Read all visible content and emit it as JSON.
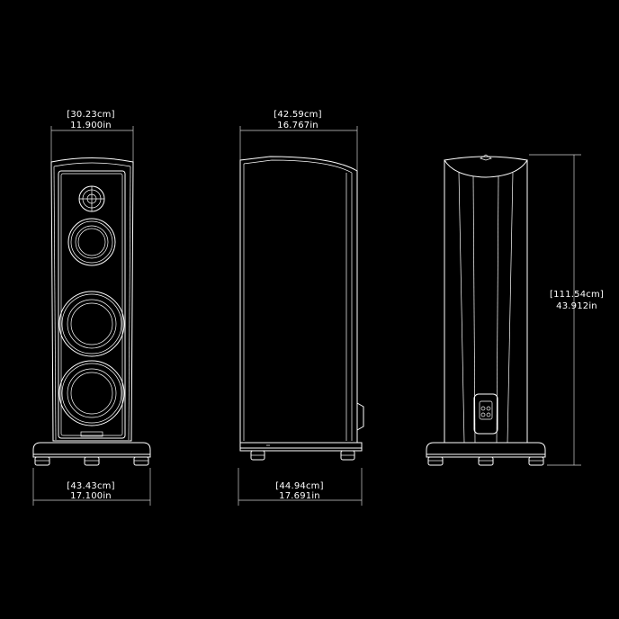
{
  "dimensions": {
    "front_width": {
      "metric": "[30.23cm]",
      "imperial": "11.900in"
    },
    "side_depth": {
      "metric": "[42.59cm]",
      "imperial": "16.767in"
    },
    "front_base_width": {
      "metric": "[43.43cm]",
      "imperial": "17.100in"
    },
    "side_base_depth": {
      "metric": "[44.94cm]",
      "imperial": "17.691in"
    },
    "height": {
      "metric": "[111.54cm]",
      "imperial": "43.912in"
    }
  },
  "colors": {
    "background": "#000000",
    "lines": "#ffffff"
  }
}
